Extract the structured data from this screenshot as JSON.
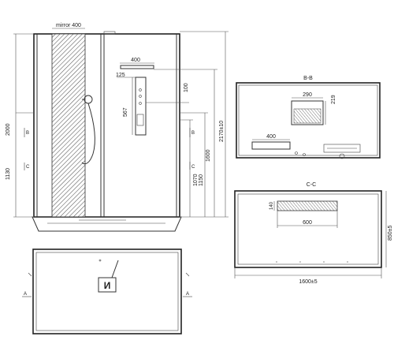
{
  "front_view": {
    "mirror_label": "mirror 400",
    "top_panel_width": "400",
    "panel_offset": "125",
    "panel_height": "567",
    "side_offset": "100",
    "height_total": "2000",
    "height_right": "2170±10",
    "height_1600": "1600",
    "height_1130": "1130",
    "height_1070": "1070",
    "height_1150": "1150",
    "section_b": "B",
    "section_c": "C"
  },
  "section_bb": {
    "title": "B-B",
    "panel_width": "290",
    "panel_height": "219",
    "shelf_width": "400"
  },
  "section_cc": {
    "title": "C-C",
    "tray_height": "140",
    "tray_width": "600",
    "depth": "850±5",
    "width": "1600±5"
  },
  "top_view": {
    "section_a": "A",
    "logo_text": "И"
  }
}
